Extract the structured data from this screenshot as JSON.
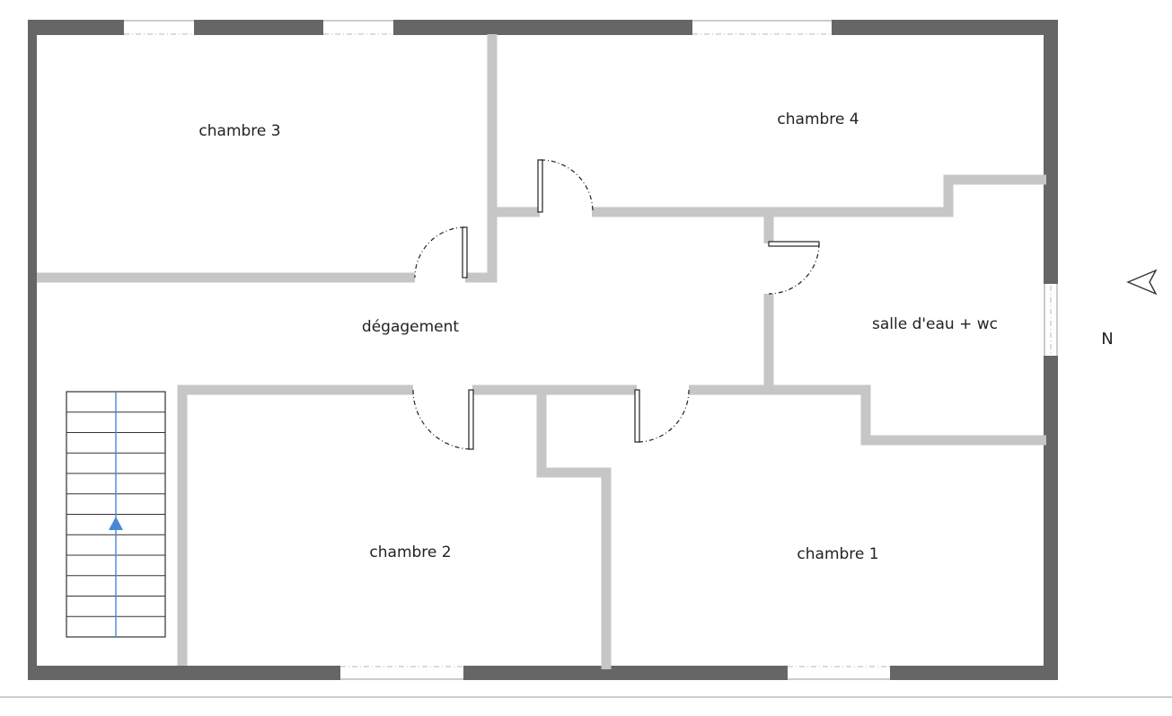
{
  "plan": {
    "rooms": {
      "chambre3": "chambre 3",
      "chambre4": "chambre 4",
      "degagement": "dégagement",
      "salle_eau": "salle d'eau + wc",
      "chambre2": "chambre 2",
      "chambre1": "chambre 1"
    },
    "north_label": "N",
    "colors": {
      "exterior_wall": "#666666",
      "interior_wall": "#c6c6c6",
      "stair_arrow": "#4a86d8"
    }
  }
}
